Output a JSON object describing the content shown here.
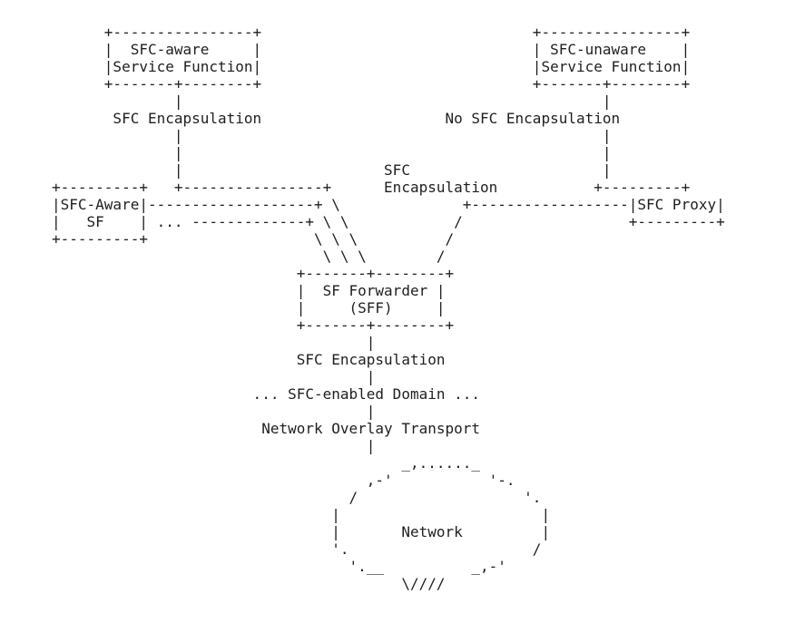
{
  "colors": {
    "text": "#1f1f1f",
    "background": "#ffffff"
  },
  "diagram": {
    "nodes": [
      "SFC-aware Service Function",
      "SFC-unaware Service Function",
      "SFC-Aware SF",
      "SFC Proxy",
      "SF Forwarder (SFF)",
      "Network"
    ],
    "link_labels": [
      "SFC Encapsulation",
      "No SFC Encapsulation",
      "SFC Encapsulation",
      "SFC Encapsulation",
      "... SFC-enabled Domain ...",
      "Network Overlay Transport"
    ],
    "ascii_lines": [
      "      +----------------+                               +----------------+",
      "      |  SFC-aware     |                               | SFC-unaware    |",
      "      |Service Function|                               |Service Function|",
      "      +-------+--------+                               +-------+--------+",
      "              |                                                |",
      "       SFC Encapsulation                     No SFC Encapsulation",
      "              |                                                |",
      "              |                                                |",
      "              |                       SFC                      |",
      "+---------+   +----------------+      Encapsulation           +---------+",
      "|SFC-Aware|-------------------+ \\              +------------------|SFC Proxy|",
      "|   SF    | ... -------------+ \\ \\            /                   +---------+",
      "+---------+                   \\ \\ \\          /",
      "                               \\ \\ \\        /",
      "                            +-------+--------+",
      "                            |  SF Forwarder |",
      "                            |     (SFF)     |",
      "                            +-------+--------+",
      "                                    |",
      "                            SFC Encapsulation",
      "                                    |",
      "                       ... SFC-enabled Domain ...",
      "                                    |",
      "                        Network Overlay Transport",
      "                                    |",
      "                                        _,......_",
      "                                    ,-'           '-.",
      "                                  /                   '.",
      "                                |                       |",
      "                                |       Network         |",
      "                                '.                     /",
      "                                  '.__          _,-'",
      "                                        \\////"
    ]
  }
}
